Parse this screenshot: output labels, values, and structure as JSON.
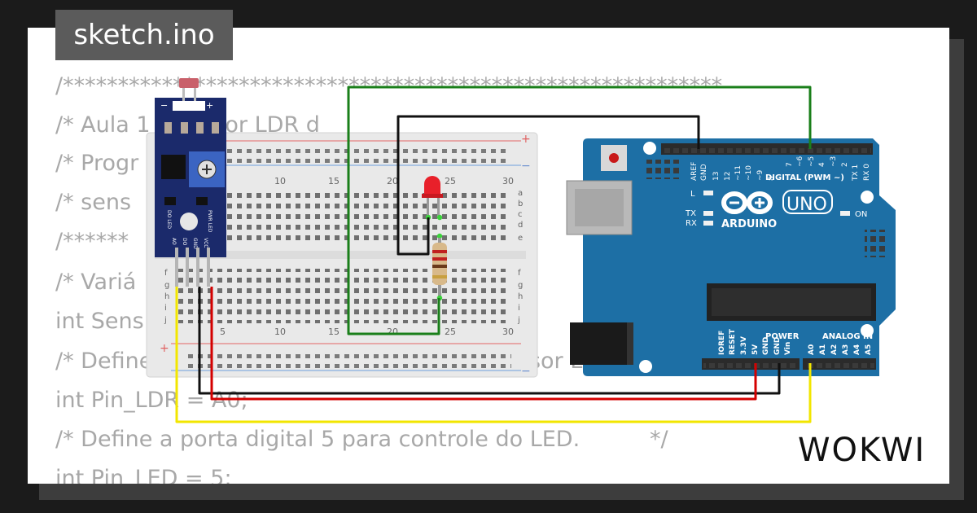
{
  "tab": {
    "filename": "sketch.ino"
  },
  "code_lines": [
    "/************************************************************",
    "/* Aula 1 - Sensor LDR d",
    "/* Progr                                               r da",
    "/* sens",
    "/******                                                 *****",
    "/* Variá                                         o se",
    "int Sens",
    "/* Define A0 como porta de entrada do sensor LDR.",
    "int Pin_LDR = A0;",
    "/* Define a porta digital 5 para controle do LED.          */",
    "int Pin_LED = 5;"
  ],
  "sensor_module": {
    "pin_labels": [
      "AO",
      "DO",
      "GND",
      "VCC"
    ],
    "led_labels": [
      "PWR LED",
      "DO LED"
    ]
  },
  "breadboard": {
    "column_numbers": [
      "5",
      "10",
      "15",
      "20",
      "25",
      "30"
    ],
    "row_letters_top": [
      "a",
      "b",
      "c",
      "d",
      "e"
    ],
    "row_letters_bottom": [
      "f",
      "g",
      "h",
      "i",
      "j"
    ],
    "rail_plus": "+",
    "rail_minus": "−"
  },
  "arduino": {
    "board_name": "UNO",
    "brand": "ARDUINO",
    "digital_header": "DIGITAL (PWM ~)",
    "digital_pins": [
      "AREF",
      "GND",
      "13",
      "12",
      "~11",
      "~10",
      "~9",
      "8",
      "7",
      "~6",
      "~5",
      "4",
      "~3",
      "2",
      "TX 1",
      "RX 0"
    ],
    "led_labels": [
      "L",
      "TX",
      "RX",
      "ON"
    ],
    "power_header": "POWER",
    "power_pins": [
      "IOREF",
      "RESET",
      "3.3V",
      "5V",
      "GND",
      "GND",
      "Vin"
    ],
    "analog_header": "ANALOG IN",
    "analog_pins": [
      "A0",
      "A1",
      "A2",
      "A3",
      "A4",
      "A5"
    ]
  },
  "watermark": {
    "logo": "WOKWI"
  },
  "colors": {
    "board_blue": "#1d6fa5",
    "wire_green": "#1a7f1a",
    "wire_black": "#111111",
    "wire_red": "#d40000",
    "wire_yellow": "#f2e600",
    "led_red": "#e8202a",
    "sensor_navy": "#1b2a6b"
  }
}
